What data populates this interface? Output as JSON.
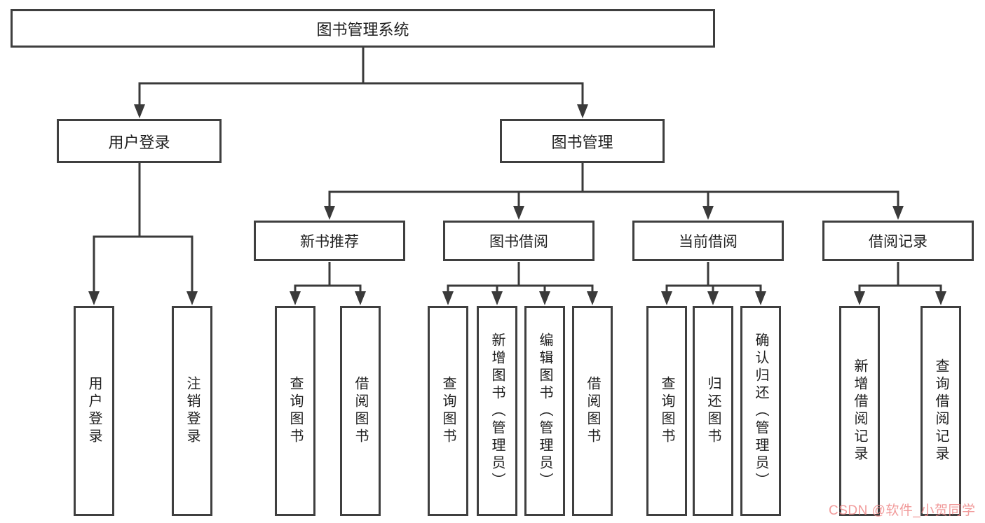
{
  "tree": {
    "root": {
      "label": "图书管理系统"
    },
    "branches": [
      {
        "label": "用户登录",
        "leaves": [
          "用户登录",
          "注销登录"
        ]
      },
      {
        "label": "图书管理",
        "sections": [
          {
            "label": "新书推荐",
            "leaves": [
              "查询图书",
              "借阅图书"
            ]
          },
          {
            "label": "图书借阅",
            "leaves": [
              "查询图书",
              "新增图书（管理员）",
              "编辑图书（管理员）",
              "借阅图书"
            ]
          },
          {
            "label": "当前借阅",
            "leaves": [
              "查询图书",
              "归还图书",
              "确认归还（管理员）"
            ]
          },
          {
            "label": "借阅记录",
            "leaves": [
              "新增借阅记录",
              "查询借阅记录"
            ]
          }
        ]
      }
    ]
  },
  "watermark": {
    "text": "CSDN @软件_小贺同学",
    "color": "#ee8989"
  },
  "colors": {
    "line": "#3a3a3a",
    "box_border": "#3f3f3f",
    "text": "#1f1f1f",
    "background": "#ffffff"
  }
}
